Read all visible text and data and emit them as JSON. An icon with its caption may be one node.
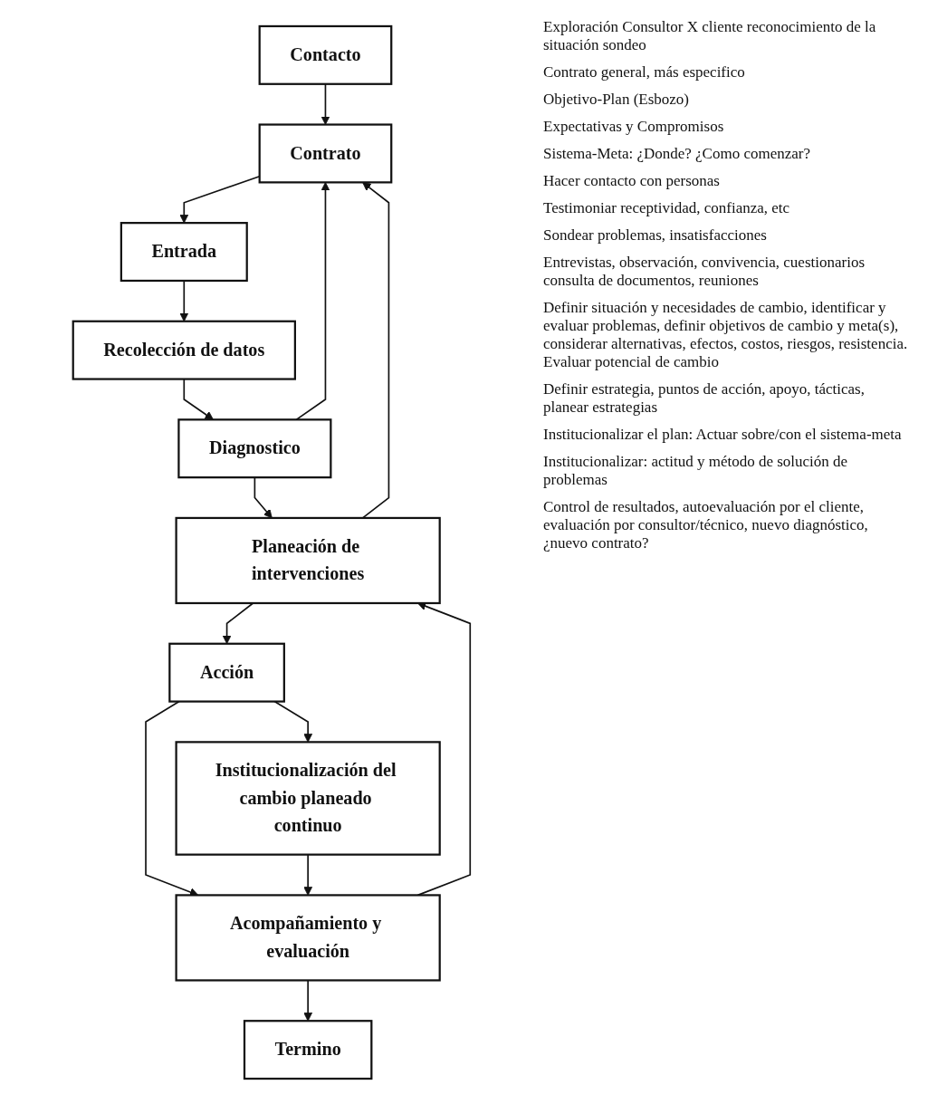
{
  "diagram": {
    "nodes": [
      {
        "text": [
          "Contacto"
        ]
      },
      {
        "text": [
          "Contrato"
        ]
      },
      {
        "text": [
          "Entrada"
        ]
      },
      {
        "text": [
          "Recolección de datos"
        ]
      },
      {
        "text": [
          "Diagnostico"
        ]
      },
      {
        "text": [
          "Planeación de intervenciones"
        ]
      },
      {
        "text": [
          "Acción"
        ]
      },
      {
        "text": [
          "Institucionalización del cambio planeado continuo"
        ]
      },
      {
        "text": [
          "Acompañamiento y evaluación"
        ]
      },
      {
        "text": [
          "Termino"
        ]
      }
    ],
    "edges": [
      {
        "from": 0,
        "to": 1,
        "arrow": "to"
      },
      {
        "from": 1,
        "to": 2,
        "arrow": "to"
      },
      {
        "from": 2,
        "to": 3,
        "arrow": "to"
      },
      {
        "from": 3,
        "to": 4,
        "arrow": "to"
      },
      {
        "from": 4,
        "to": 5,
        "arrow": "to"
      },
      {
        "from": 5,
        "to": 6,
        "arrow": "to"
      },
      {
        "from": 6,
        "to": 8,
        "arrow": "to"
      },
      {
        "from": 6,
        "to": 7,
        "arrow": "to"
      },
      {
        "from": 7,
        "to": 8,
        "arrow": "to"
      },
      {
        "from": 8,
        "to": 9,
        "arrow": "to"
      },
      {
        "from": 4,
        "to": 1,
        "arrow": "to"
      },
      {
        "from": 5,
        "to": 1,
        "arrow": "to"
      },
      {
        "from": 8,
        "to": 5,
        "arrow": "to"
      }
    ],
    "labels": [
      "Exploración Consultor X cliente reconocimiento de la situación sondeo",
      "Contrato general, más especifico",
      "Objetivo-Plan (Esbozo)",
      "Expectativas y Compromisos",
      "Sistema-Meta: ¿Donde? ¿Como comenzar?",
      "Hacer contacto con personas",
      "Testimoniar receptividad, confianza, etc",
      "Sondear problemas, insatisfacciones",
      "Entrevistas, observación, convivencia, cuestionarios consulta de documentos, reuniones",
      "Definir situación y necesidades de cambio, identificar y evaluar problemas, definir objetivos de cambio y meta(s), considerar alternativas, efectos, costos, riesgos, resistencia. Evaluar potencial de cambio",
      "Definir estrategia, puntos de acción, apoyo, tácticas, planear estrategias",
      "Institucionalizar el plan: Actuar sobre/con el sistema-meta",
      "Institucionalizar: actitud y método de solución de problemas",
      "Control de resultados, autoevaluación por el cliente, evaluación por consultor/técnico, nuevo diagnóstico, ¿nuevo contrato?"
    ]
  }
}
